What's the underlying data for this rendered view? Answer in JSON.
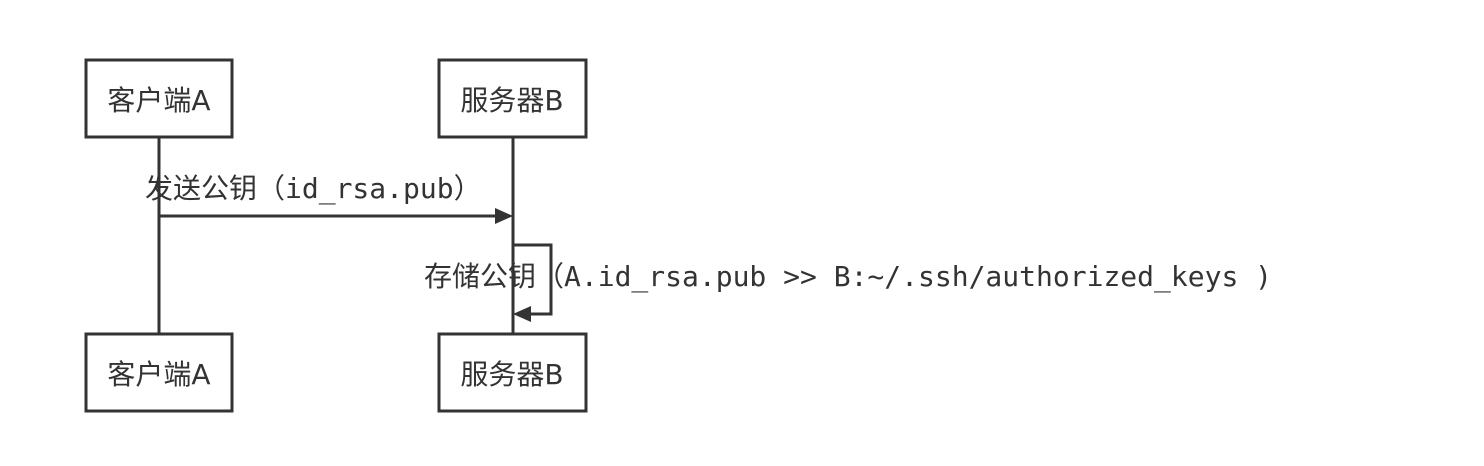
{
  "diagram": {
    "participants": [
      {
        "id": "client",
        "label": "客户端A"
      },
      {
        "id": "server",
        "label": "服务器B"
      }
    ],
    "messages": [
      {
        "from": "client",
        "to": "server",
        "label": "发送公钥（id_rsa.pub）"
      },
      {
        "from": "server",
        "to": "server",
        "label": "存储公钥（A.id_rsa.pub >> B:~/.ssh/authorized_keys )"
      }
    ]
  }
}
